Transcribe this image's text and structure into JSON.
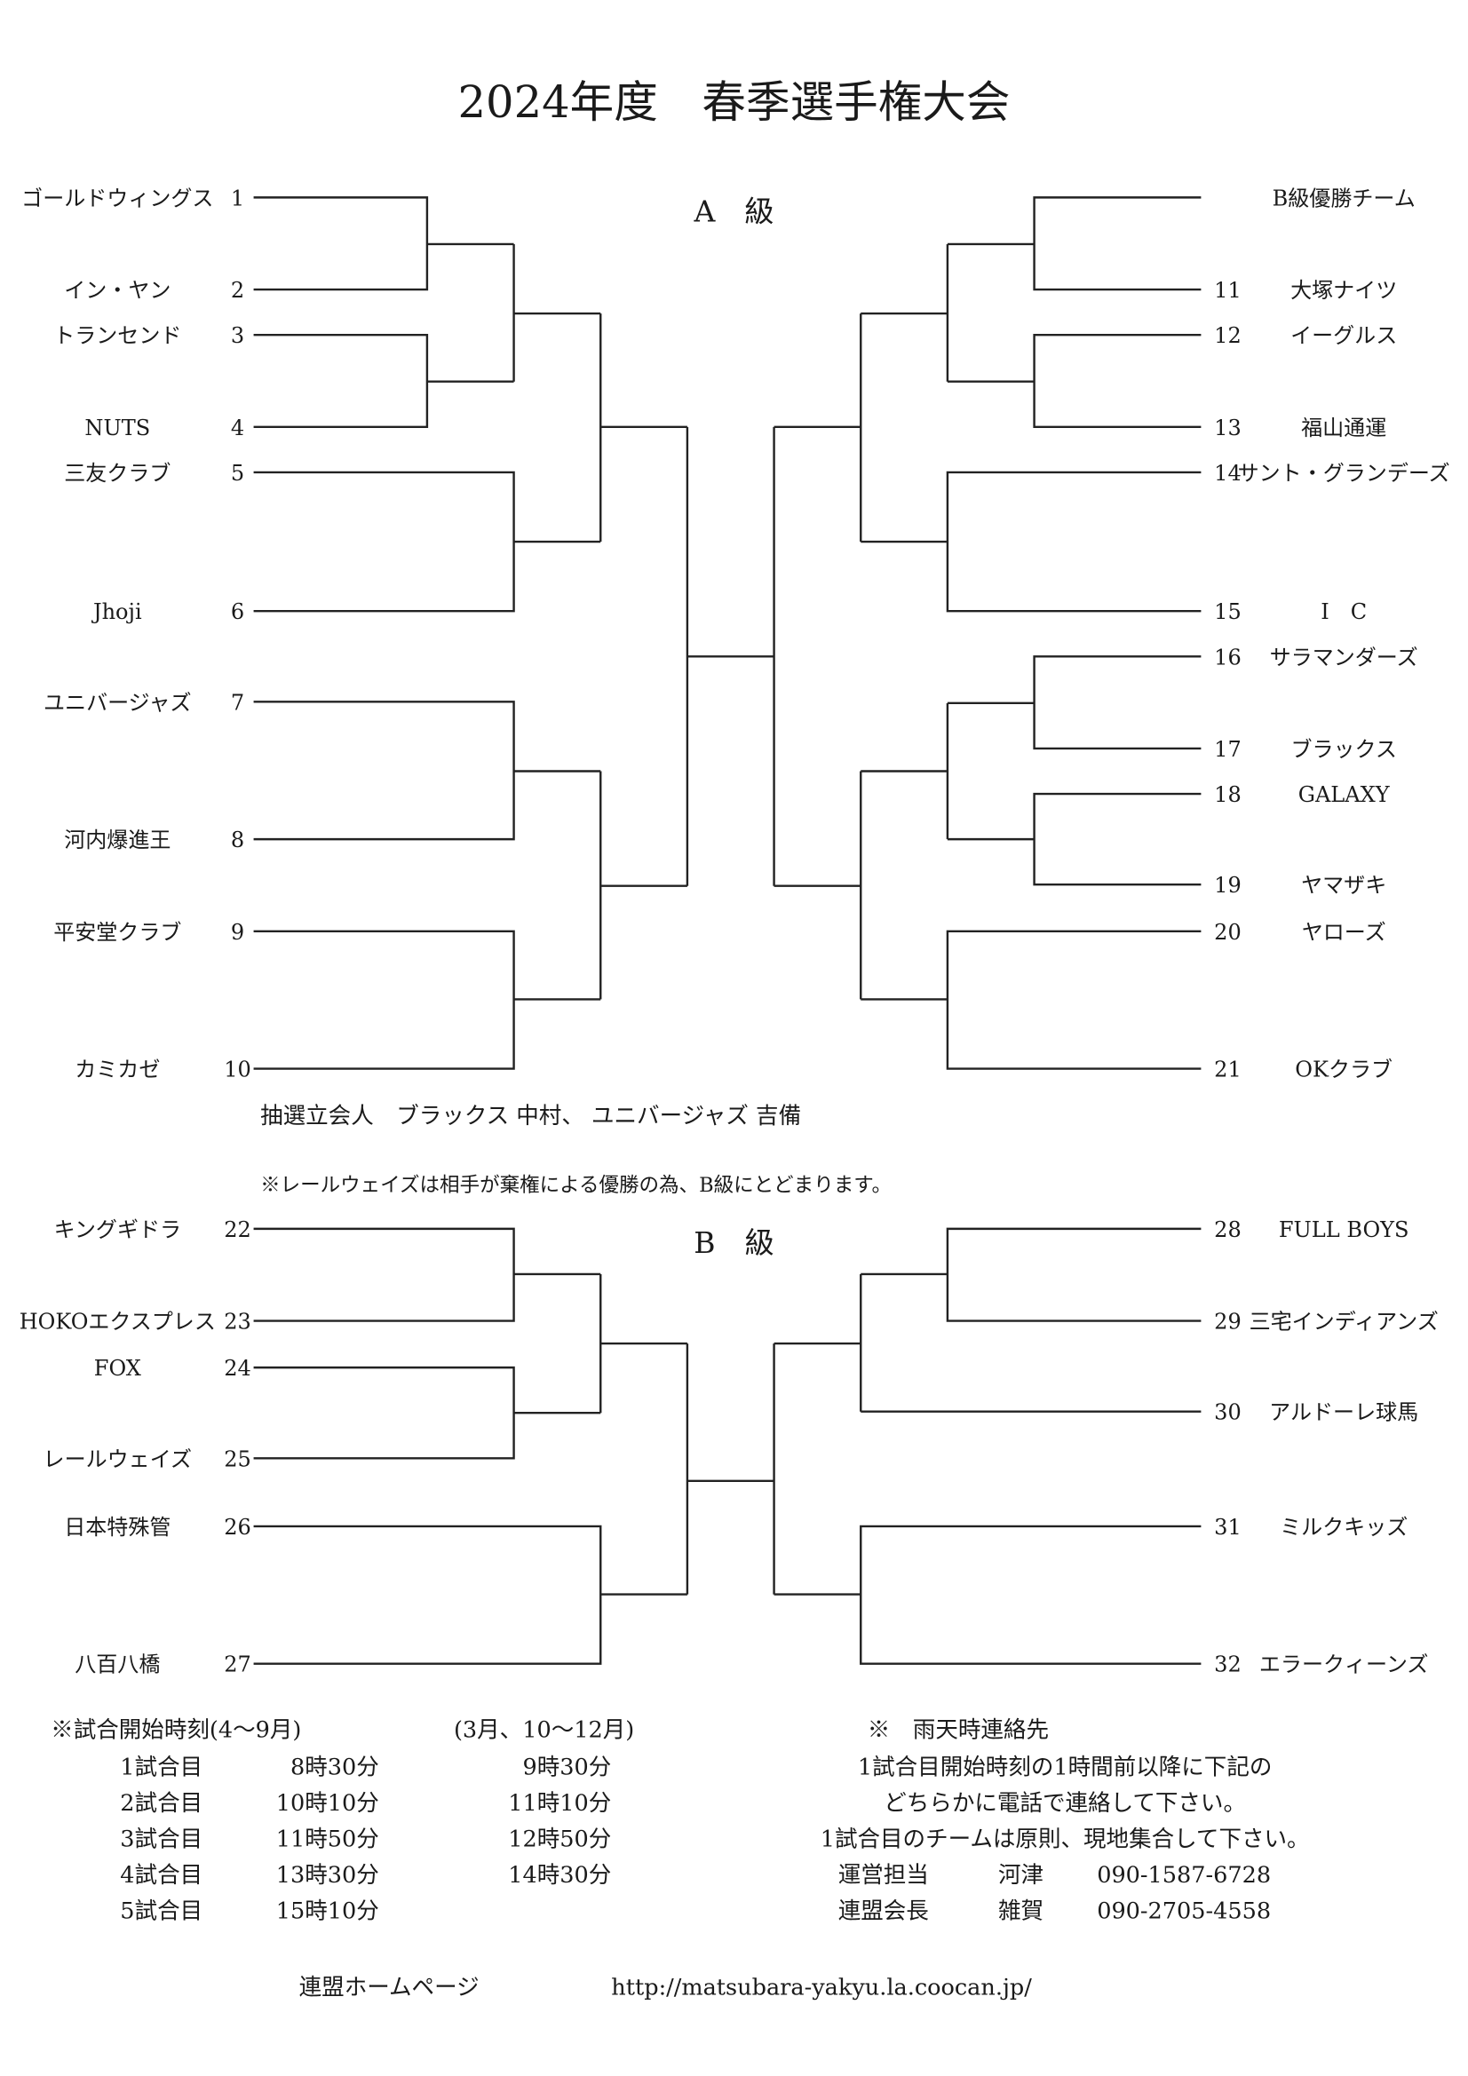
{
  "title": "2024年度　春季選手権大会",
  "a_class": {
    "heading": "A　級",
    "left": [
      {
        "num": "1",
        "name": "ゴールドウィングス"
      },
      {
        "num": "2",
        "name": "イン・ヤン"
      },
      {
        "num": "3",
        "name": "トランセンド"
      },
      {
        "num": "4",
        "name": "NUTS"
      },
      {
        "num": "5",
        "name": "三友クラブ"
      },
      {
        "num": "6",
        "name": "Jhoji"
      },
      {
        "num": "7",
        "name": "ユニバージャズ"
      },
      {
        "num": "8",
        "name": "河内爆進王"
      },
      {
        "num": "9",
        "name": "平安堂クラブ"
      },
      {
        "num": "10",
        "name": "カミカゼ"
      }
    ],
    "right": [
      {
        "num": "",
        "name": "B級優勝チーム"
      },
      {
        "num": "11",
        "name": "大塚ナイツ"
      },
      {
        "num": "12",
        "name": "イーグルス"
      },
      {
        "num": "13",
        "name": "福山通運"
      },
      {
        "num": "14",
        "name": "サント・グランデーズ"
      },
      {
        "num": "15",
        "name": "I　C"
      },
      {
        "num": "16",
        "name": "サラマンダーズ"
      },
      {
        "num": "17",
        "name": "ブラックス"
      },
      {
        "num": "18",
        "name": "GALAXY"
      },
      {
        "num": "19",
        "name": "ヤマザキ"
      },
      {
        "num": "20",
        "name": "ヤローズ"
      },
      {
        "num": "21",
        "name": "OKクラブ"
      }
    ]
  },
  "draw_note": "抽選立会人　ブラックス 中村、 ユニバージャズ 吉備",
  "b_note": "※レールウェイズは相手が棄権による優勝の為、B級にとどまります。",
  "b_class": {
    "heading": "B　級",
    "left": [
      {
        "num": "22",
        "name": "キングギドラ"
      },
      {
        "num": "23",
        "name": "HOKOエクスプレス"
      },
      {
        "num": "24",
        "name": "FOX"
      },
      {
        "num": "25",
        "name": "レールウェイズ"
      },
      {
        "num": "26",
        "name": "日本特殊管"
      },
      {
        "num": "27",
        "name": "八百八橋"
      }
    ],
    "right": [
      {
        "num": "28",
        "name": "FULL BOYS"
      },
      {
        "num": "29",
        "name": "三宅インディアンズ"
      },
      {
        "num": "30",
        "name": "アルドーレ球馬"
      },
      {
        "num": "31",
        "name": "ミルクキッズ"
      },
      {
        "num": "32",
        "name": "エラークィーンズ"
      }
    ]
  },
  "schedule": {
    "header_a": "※試合開始時刻(4～9月)",
    "header_b": "(3月、10～12月)",
    "rows": [
      {
        "game": "1試合目",
        "time_a": "8時30分",
        "time_b": "9時30分"
      },
      {
        "game": "2試合目",
        "time_a": "10時10分",
        "time_b": "11時10分"
      },
      {
        "game": "3試合目",
        "time_a": "11時50分",
        "time_b": "12時50分"
      },
      {
        "game": "4試合目",
        "time_a": "13時30分",
        "time_b": "14時30分"
      },
      {
        "game": "5試合目",
        "time_a": "15時10分",
        "time_b": ""
      }
    ]
  },
  "rain": {
    "header": "※　雨天時連絡先",
    "lines": [
      "1試合目開始時刻の1時間前以降に下記の",
      "どちらかに電話で連絡して下さい。",
      "1試合目のチームは原則、現地集合して下さい。"
    ],
    "contacts": [
      {
        "role": "運営担当",
        "name": "河津",
        "phone": "090-1587-6728"
      },
      {
        "role": "連盟会長",
        "name": "雑賀",
        "phone": "090-2705-4558"
      }
    ]
  },
  "homepage": {
    "label": "連盟ホームページ",
    "url": "http://matsubara-yakyu.la.coocan.jp/"
  }
}
